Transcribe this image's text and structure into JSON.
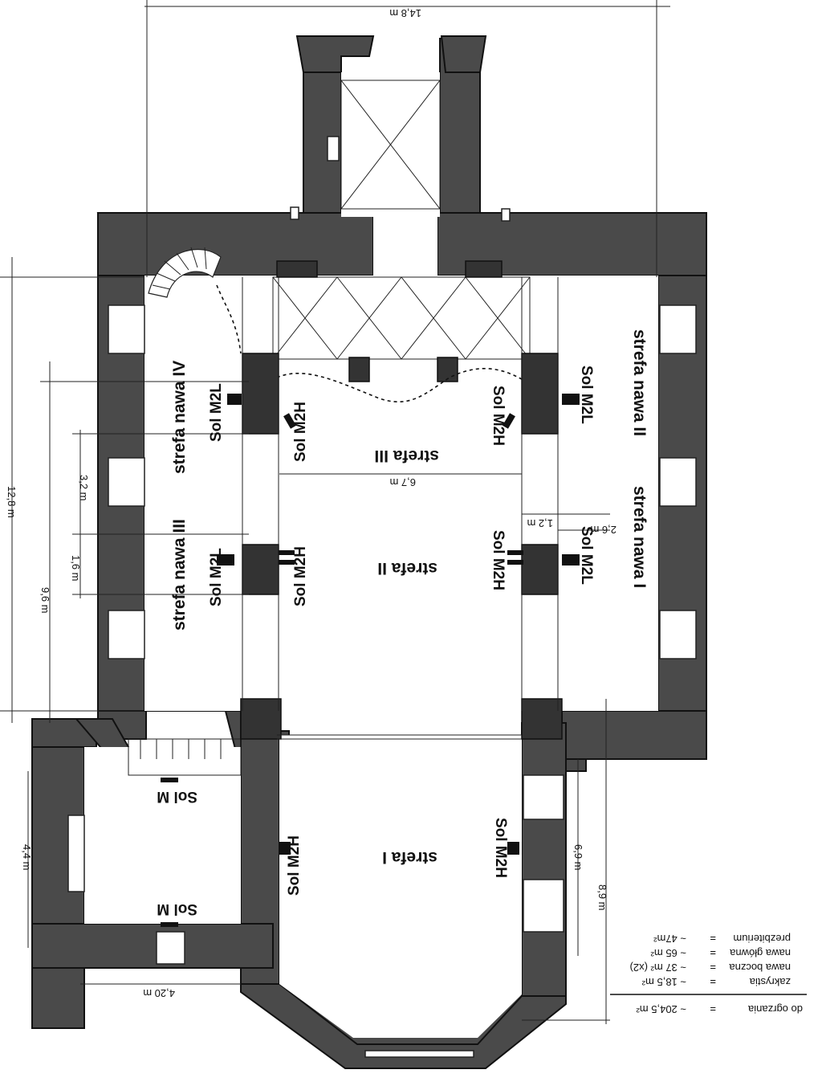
{
  "zones": {
    "strefa_I": "strefa I",
    "strefa_II": "strefa II",
    "strefa_III": "strefa III",
    "nawa_I": "strefa nawa I",
    "nawa_II": "strefa nawa II",
    "nawa_III": "strefa nawa III",
    "nawa_IV": "strefa nawa IV"
  },
  "heaters": {
    "h2m": "Sol M2H",
    "l2m": "Sol M2L",
    "m": "Sol M"
  },
  "dimensions": {
    "total_width": "14,8 m",
    "height_12_8": "12,8 m",
    "height_9_6": "9,6 m",
    "d_3_2": "3,2 m",
    "d_1_6": "1,6 m",
    "d_6_7": "6,7 m",
    "d_1_2": "1,2 m",
    "d_2_6": "2,6 m",
    "d_6_9": "6,9 m",
    "d_8_9": "8,9 m",
    "d_4_4": "4,4 m",
    "d_4_20": "4,20 m"
  },
  "legend": {
    "rows": [
      {
        "name": "prezbiterium",
        "eq": "=",
        "value": "~ 47m²"
      },
      {
        "name": "nawa główna",
        "eq": "=",
        "value": "~ 65 m²"
      },
      {
        "name": "nawa boczna",
        "eq": "=",
        "value": "~ 37 m² (x2)"
      },
      {
        "name": "zakrystia",
        "eq": "=",
        "value": "~ 18,5 m²"
      }
    ],
    "total": {
      "name": "do ogrzania",
      "eq": "=",
      "value": "~ 204,5 m²"
    }
  },
  "colors": {
    "wall": "#4a4a4a",
    "ink": "#111111",
    "background": "#ffffff"
  }
}
